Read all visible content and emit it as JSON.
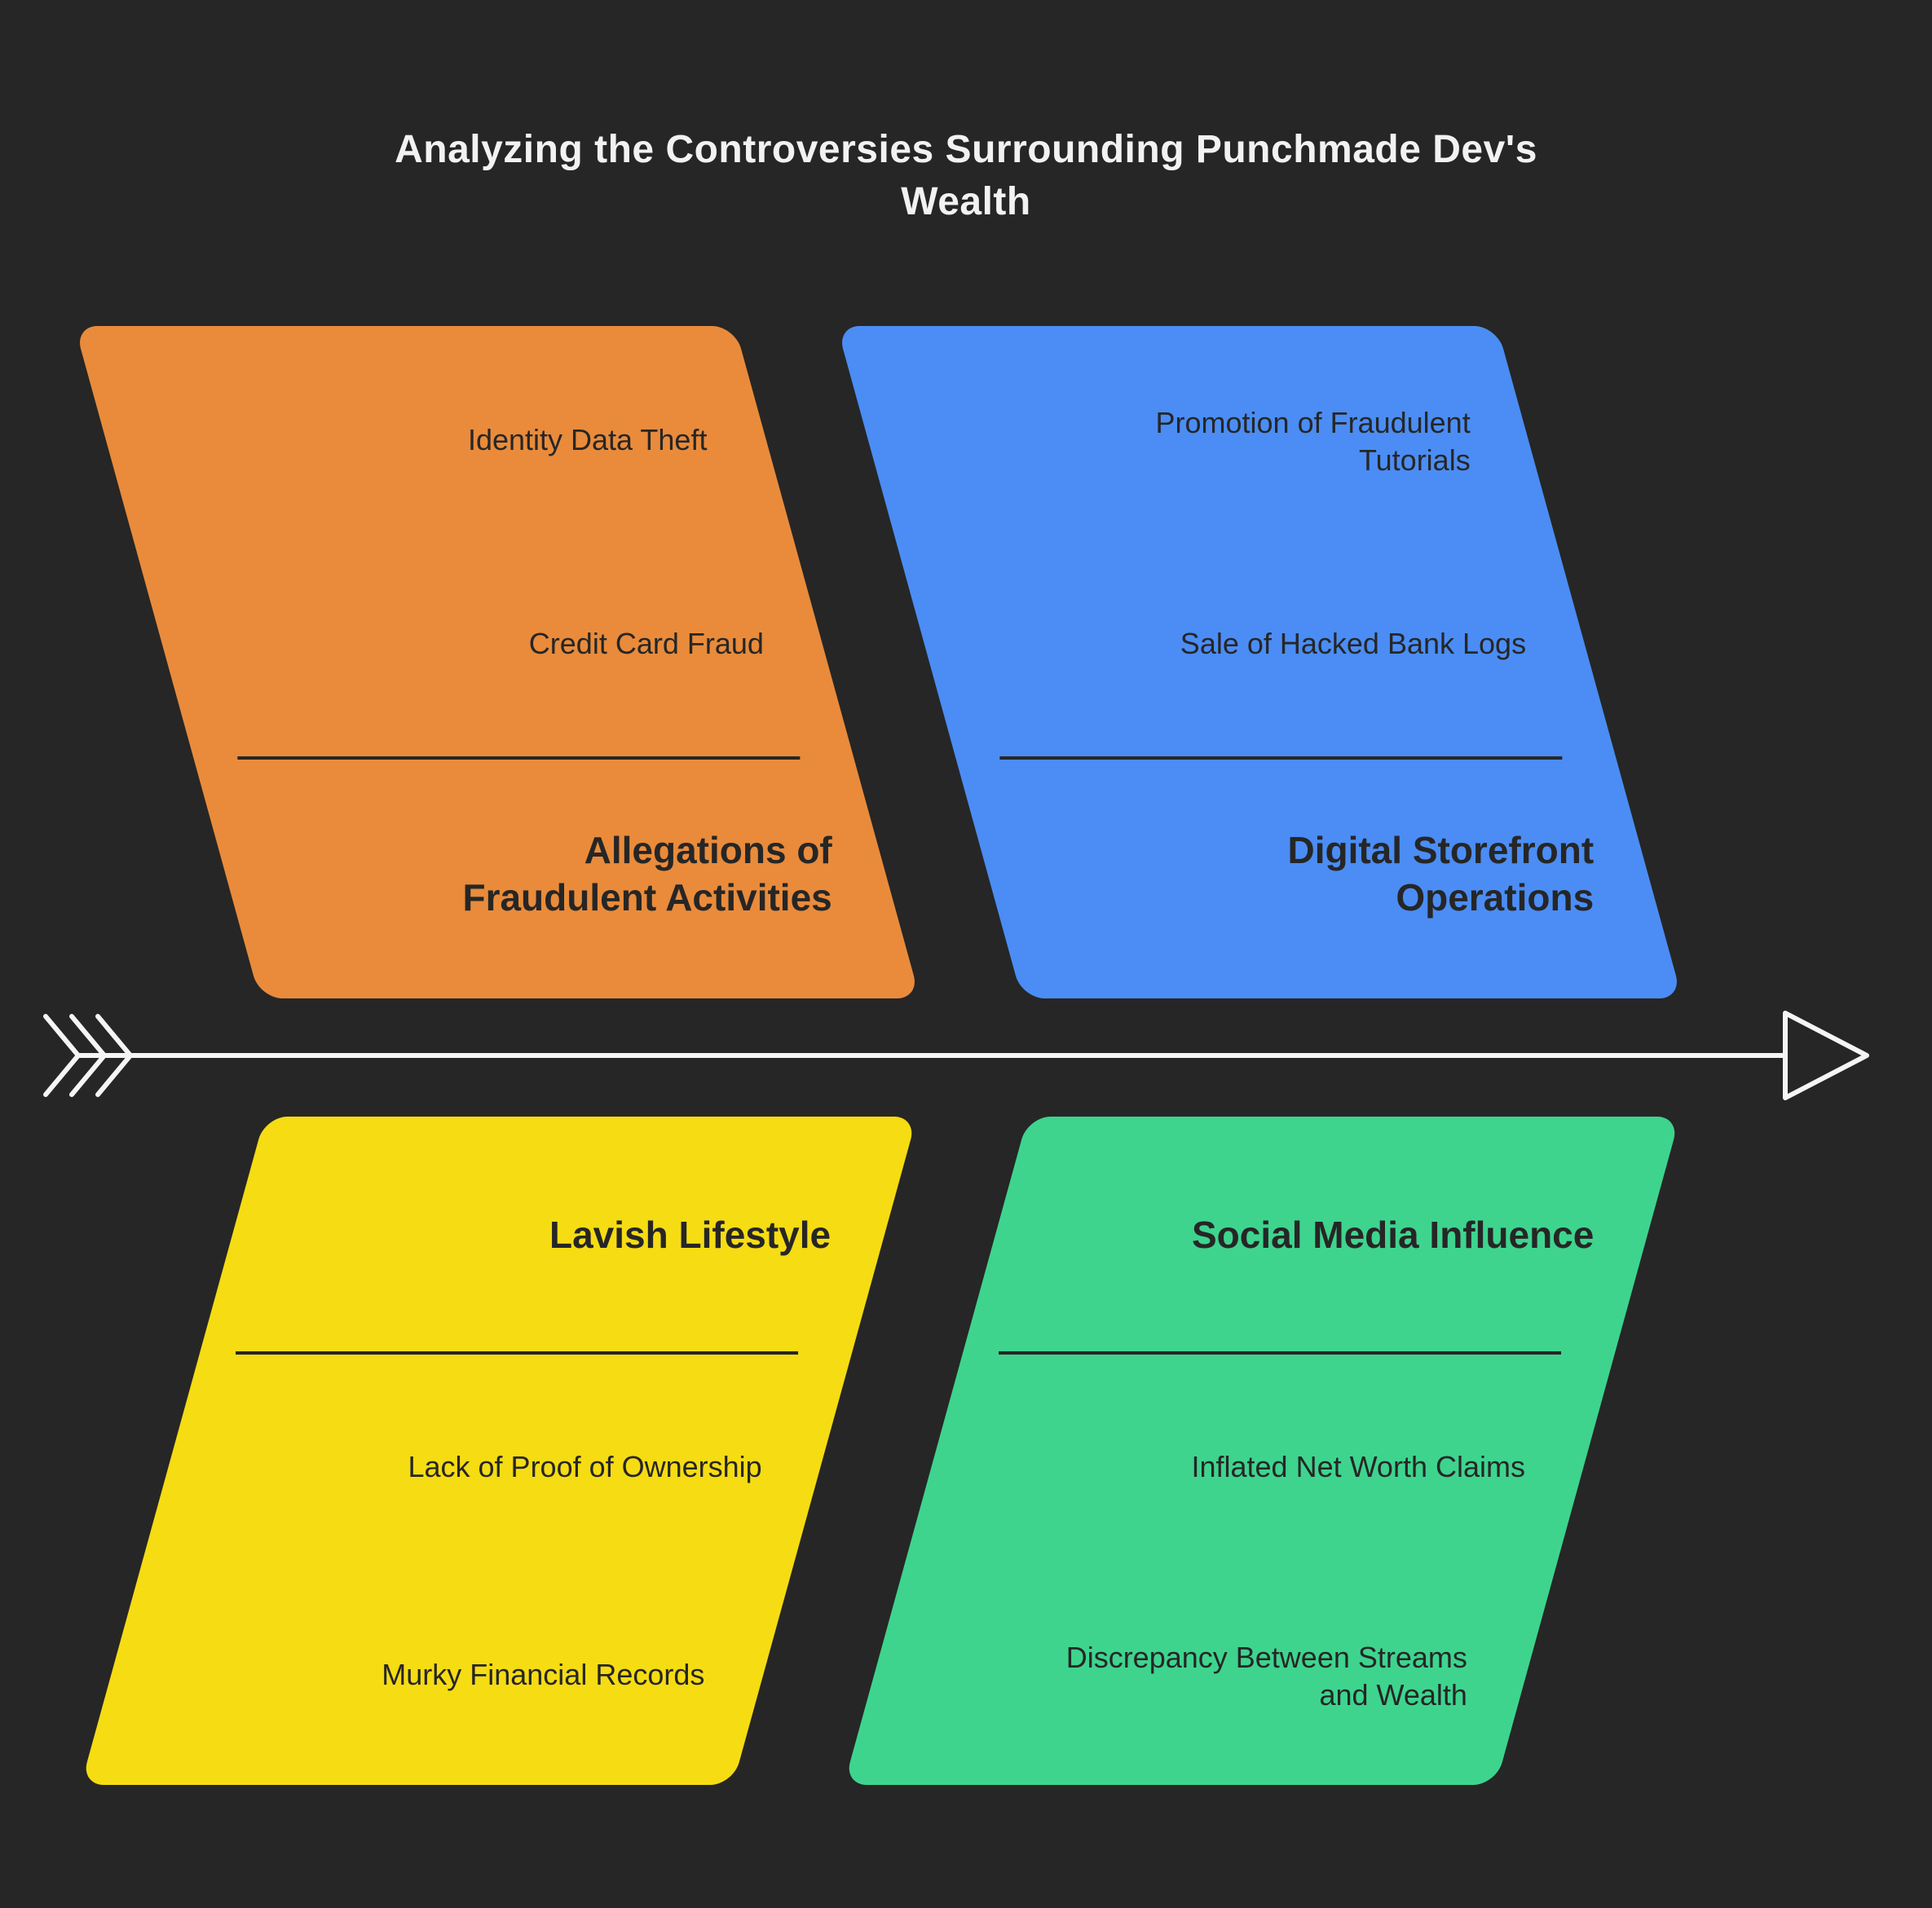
{
  "title": "Analyzing the Controversies Surrounding Punchmade Dev's\nWealth",
  "colors": {
    "background": "#262626",
    "ink": "#262626",
    "title": "#F2F2F2",
    "arrow": "#F5F5F5",
    "orange": "#E98B3B",
    "blue": "#4B8DF4",
    "yellow": "#F6DC13",
    "green": "#3ED48E"
  },
  "diagram": {
    "type": "fishbone-timeline",
    "arrow_direction": "right",
    "branches": [
      {
        "id": "fraudulent-activities",
        "position": "top-left",
        "color": "#E98B3B",
        "heading": "Allegations of\nFraudulent Activities",
        "items": [
          "Identity Data Theft",
          "Credit Card Fraud"
        ]
      },
      {
        "id": "digital-storefront",
        "position": "top-right",
        "color": "#4B8DF4",
        "heading": "Digital Storefront\nOperations",
        "items": [
          "Promotion of Fraudulent\nTutorials",
          "Sale of Hacked Bank Logs"
        ]
      },
      {
        "id": "lavish-lifestyle",
        "position": "bottom-left",
        "color": "#F6DC13",
        "heading": "Lavish Lifestyle",
        "items": [
          "Lack of Proof of Ownership",
          "Murky Financial Records"
        ]
      },
      {
        "id": "social-media-influence",
        "position": "bottom-right",
        "color": "#3ED48E",
        "heading": "Social Media Influence",
        "items": [
          "Inflated Net Worth Claims",
          "Discrepancy Between Streams\nand Wealth"
        ]
      }
    ]
  }
}
